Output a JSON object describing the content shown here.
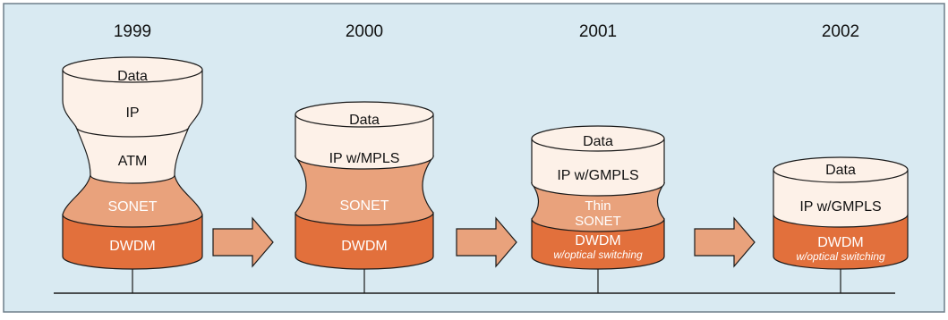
{
  "colors": {
    "panel_bg": "#d9eaf2",
    "border": "#6e7f8a",
    "layer_light": "#fdf1e8",
    "layer_sonet": "#e9a27c",
    "layer_dwdm": "#e2703c",
    "outline": "#1a1a1a",
    "arrow_fill": "#e9a27c",
    "text_dark": "#111111",
    "text_light": "#ffffff"
  },
  "stacks": [
    {
      "year": "1999",
      "layers": {
        "data": "Data",
        "ip": "IP",
        "atm": "ATM",
        "sonet": "SONET",
        "dwdm": "DWDM"
      }
    },
    {
      "year": "2000",
      "layers": {
        "data": "Data",
        "ip": "IP w/MPLS",
        "sonet": "SONET",
        "dwdm": "DWDM"
      }
    },
    {
      "year": "2001",
      "layers": {
        "data": "Data",
        "ip": "IP w/GMPLS",
        "sonet_line1": "Thin",
        "sonet_line2": "SONET",
        "dwdm": "DWDM",
        "dwdm_sub": "w/optical switching"
      }
    },
    {
      "year": "2002",
      "layers": {
        "data": "Data",
        "ip": "IP w/GMPLS",
        "dwdm": "DWDM",
        "dwdm_sub": "w/optical switching"
      }
    }
  ]
}
